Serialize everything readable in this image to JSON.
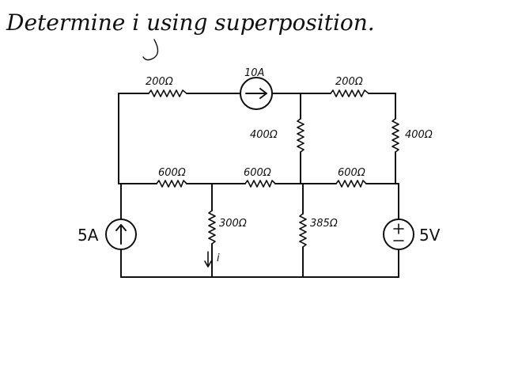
{
  "title": "Determine i using superposition.",
  "labels": {
    "r_top_left": "200Ω",
    "src_top": "10A",
    "r_top_right": "200Ω",
    "r_mid_vert": "400Ω",
    "r_right_vert": "400Ω",
    "r_mid_1": "600Ω",
    "r_mid_2": "600Ω",
    "r_mid_3": "600Ω",
    "r_300": "300Ω",
    "r_385": "385Ω",
    "src_left": "5A",
    "src_right": "5V",
    "current": "i"
  }
}
